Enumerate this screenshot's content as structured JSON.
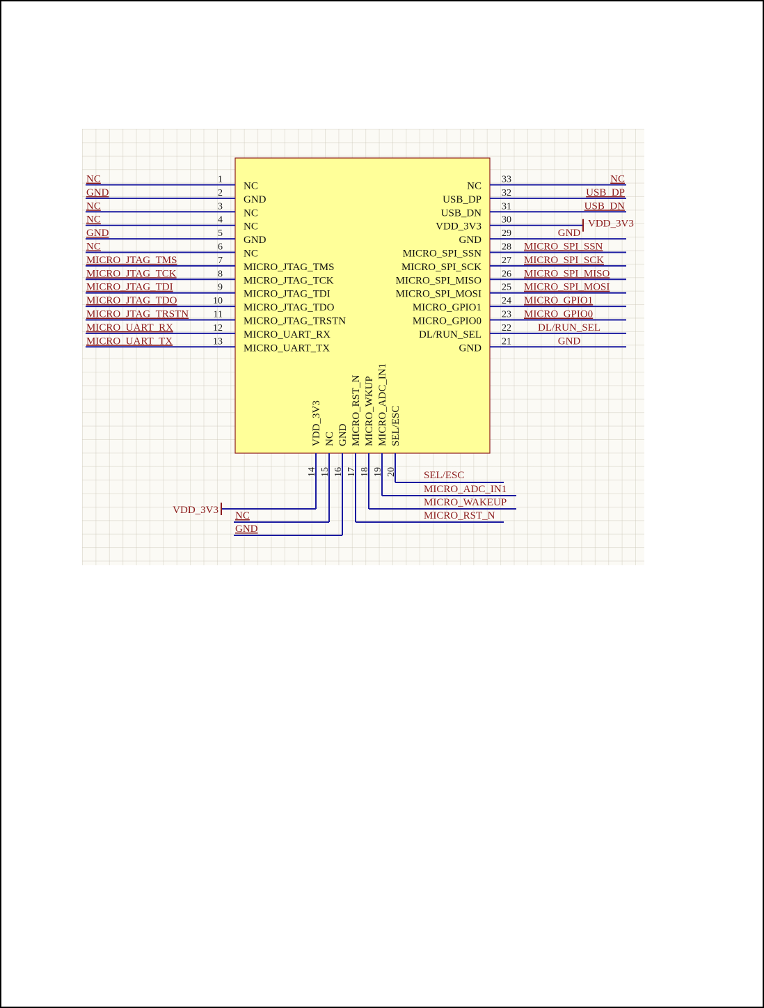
{
  "colors": {
    "component_fill": "#ffff99",
    "component_stroke": "#8b1a1a",
    "wire": "#1a1aa0",
    "net_label": "#8b1a1a",
    "pin_text": "#111111",
    "sheet_background": "#fbfaf5"
  },
  "left_pins": [
    {
      "number": "1",
      "name": "NC",
      "net": "NC"
    },
    {
      "number": "2",
      "name": "GND",
      "net": "GND"
    },
    {
      "number": "3",
      "name": "NC",
      "net": "NC"
    },
    {
      "number": "4",
      "name": "NC",
      "net": "NC"
    },
    {
      "number": "5",
      "name": "GND",
      "net": "GND"
    },
    {
      "number": "6",
      "name": "NC",
      "net": "NC"
    },
    {
      "number": "7",
      "name": "MICRO_JTAG_TMS",
      "net": "MICRO_JTAG_TMS"
    },
    {
      "number": "8",
      "name": "MICRO_JTAG_TCK",
      "net": "MICRO_JTAG_TCK"
    },
    {
      "number": "9",
      "name": "MICRO_JTAG_TDI",
      "net": "MICRO_JTAG_TDI"
    },
    {
      "number": "10",
      "name": "MICRO_JTAG_TDO",
      "net": "MICRO_JTAG_TDO"
    },
    {
      "number": "11",
      "name": "MICRO_JTAG_TRSTN",
      "net": "MICRO_JTAG_TRSTN"
    },
    {
      "number": "12",
      "name": "MICRO_UART_RX",
      "net": "MICRO_UART_RX"
    },
    {
      "number": "13",
      "name": "MICRO_UART_TX",
      "net": "MICRO_UART_TX"
    }
  ],
  "right_pins": [
    {
      "number": "33",
      "name": "NC",
      "net": "NC"
    },
    {
      "number": "32",
      "name": "USB_DP",
      "net": "USB_DP"
    },
    {
      "number": "31",
      "name": "USB_DN",
      "net": "USB_DN"
    },
    {
      "number": "30",
      "name": "VDD_3V3",
      "net": "",
      "power": "VDD_3V3"
    },
    {
      "number": "29",
      "name": "GND",
      "net": "GND"
    },
    {
      "number": "28",
      "name": "MICRO_SPI_SSN",
      "net": "MICRO_SPI_SSN"
    },
    {
      "number": "27",
      "name": "MICRO_SPI_SCK",
      "net": "MICRO_SPI_SCK"
    },
    {
      "number": "26",
      "name": "MICRO_SPI_MISO",
      "net": "MICRO_SPI_MISO"
    },
    {
      "number": "25",
      "name": "MICRO_SPI_MOSI",
      "net": "MICRO_SPI_MOSI"
    },
    {
      "number": "24",
      "name": "MICRO_GPIO1",
      "net": "MICRO_GPIO1"
    },
    {
      "number": "23",
      "name": "MICRO_GPIO0",
      "net": "MICRO_GPIO0"
    },
    {
      "number": "22",
      "name": "DL/RUN_SEL",
      "net": "DL/RUN_SEL"
    },
    {
      "number": "21",
      "name": "GND",
      "net": "GND"
    }
  ],
  "bottom_pins": [
    {
      "number": "14",
      "name": "VDD_3V3",
      "net": "VDD_3V3",
      "power": true
    },
    {
      "number": "15",
      "name": "NC",
      "net": "NC"
    },
    {
      "number": "16",
      "name": "GND",
      "net": "GND"
    },
    {
      "number": "17",
      "name": "MICRO_RST_N",
      "net": "MICRO_RST_N"
    },
    {
      "number": "18",
      "name": "MICRO_WKUP",
      "net": "MICRO_WAKEUP"
    },
    {
      "number": "19",
      "name": "MICRO_ADC_IN1",
      "net": "MICRO_ADC_IN1"
    },
    {
      "number": "20",
      "name": "SEL/ESC",
      "net": "SEL/ESC"
    }
  ]
}
